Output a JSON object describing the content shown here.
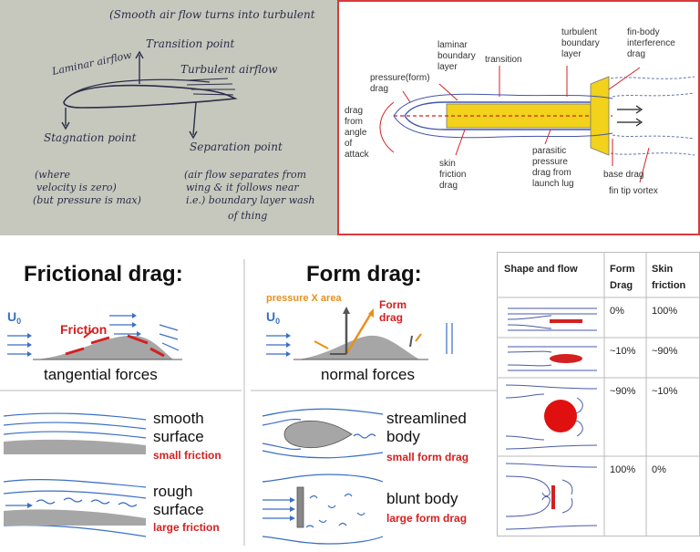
{
  "sketch": {
    "top_note": "(Smooth air flow turns into turbulent",
    "transition": "Transition point",
    "turbulent": "Turbulent airflow",
    "laminar": "Laminar airflow",
    "stagnation": "Stagnation point",
    "stagnation_note1": "(where",
    "stagnation_note2": "velocity is zero)",
    "stagnation_note3": "(but pressure is max)",
    "separation": "Separation point",
    "separation_note1": "(air flow separates from",
    "separation_note2": "wing & it follows near",
    "separation_note3": "i.e.) boundary layer wash",
    "separation_note4": "of thing"
  },
  "rocket": {
    "pressure_drag": [
      "pressure(form)",
      "drag"
    ],
    "laminar": [
      "laminar",
      "boundary",
      "layer"
    ],
    "transition": "transition",
    "turbulent": [
      "turbulent",
      "boundary",
      "layer"
    ],
    "fin_body": [
      "fin-body",
      "interference",
      "drag"
    ],
    "angle": [
      "drag",
      "from",
      "angle",
      "of",
      "attack"
    ],
    "skin": [
      "skin",
      "friction",
      "drag"
    ],
    "parasitic": [
      "parasitic",
      "pressure",
      "drag from",
      "launch lug"
    ],
    "base": "base drag",
    "vortex": "fin tip vortex"
  },
  "friction_panel": {
    "title": "Frictional drag:",
    "u0": "U",
    "u0_sub": "0",
    "friction": "Friction",
    "forces": "tangential forces",
    "smooth1": "smooth",
    "smooth2": "surface",
    "smooth_note": "small friction",
    "rough1": "rough",
    "rough2": "surface",
    "rough_note": "large friction"
  },
  "form_panel": {
    "title": "Form drag:",
    "pressure_area": "pressure X area",
    "form_drag1": "Form",
    "form_drag2": "drag",
    "u0": "U",
    "u0_sub": "0",
    "forces": "normal forces",
    "stream1": "streamlined",
    "stream2": "body",
    "stream_note": "small form drag",
    "blunt": "blunt body",
    "blunt_note": "large form drag"
  },
  "table": {
    "headers": [
      "Shape and flow",
      "Form",
      "Drag",
      "Skin",
      "friction"
    ],
    "rows": [
      {
        "form": "0%",
        "skin": "100%"
      },
      {
        "form": "~10%",
        "skin": "~90%"
      },
      {
        "form": "~90%",
        "skin": "~10%"
      },
      {
        "form": "100%",
        "skin": "0%"
      }
    ]
  },
  "colors": {
    "accent_red": "#d42020",
    "flow_blue": "#3a6fc4",
    "orange": "#e8901c",
    "yellow": "#f2d21a"
  }
}
